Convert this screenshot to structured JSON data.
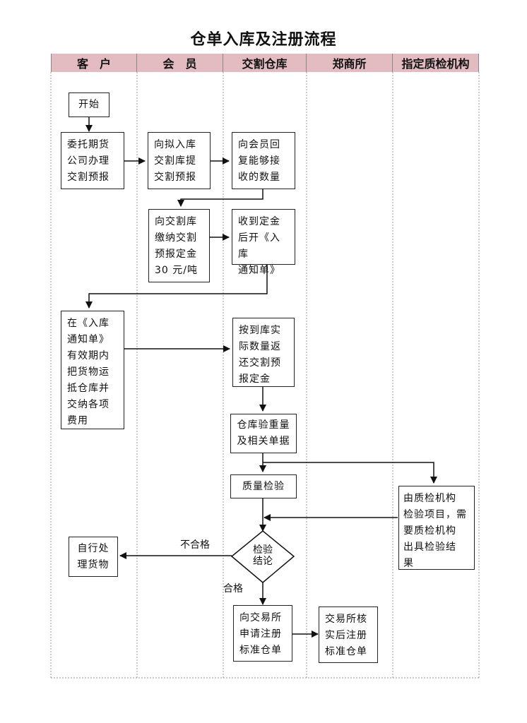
{
  "title": "仓单入库及注册流程",
  "lanes": [
    "客　户",
    "会　员",
    "交割仓库",
    "郑商所",
    "指定质检机构"
  ],
  "nodes": {
    "start": "开始",
    "entrust": "委托期货\n公司办理\n交割预报",
    "submit_forecast": "向拟入库\n交割库提\n交割预报",
    "reply_capacity": "向会员回\n复能够接\n收的数量",
    "pay_deposit": "向交割库\n缴纳交割\n预报定金\n30 元/吨",
    "issue_notice": "收到定金\n后开《入库\n通知单》",
    "deliver_goods": "在《入库\n通知单》\n有效期内\n把货物运\n抵仓库并\n交纳各项\n费用",
    "refund_deposit": "按到库实\n际数量返\n还交割预\n报定金",
    "weigh": "仓库验重量\n及相关单据",
    "quality_check": "质量检验",
    "inspection_agency": "由质检机构\n检验项目，需\n要质检机构\n出具检验结\n果",
    "decision": "检验\n结论",
    "self_handle": "自行处\n理货物",
    "apply_register": "向交易所\n申请注册\n标准仓单",
    "exchange_verify": "交易所核\n实后注册\n标准仓单"
  },
  "edge_labels": {
    "fail": "不合格",
    "pass": "合格"
  }
}
